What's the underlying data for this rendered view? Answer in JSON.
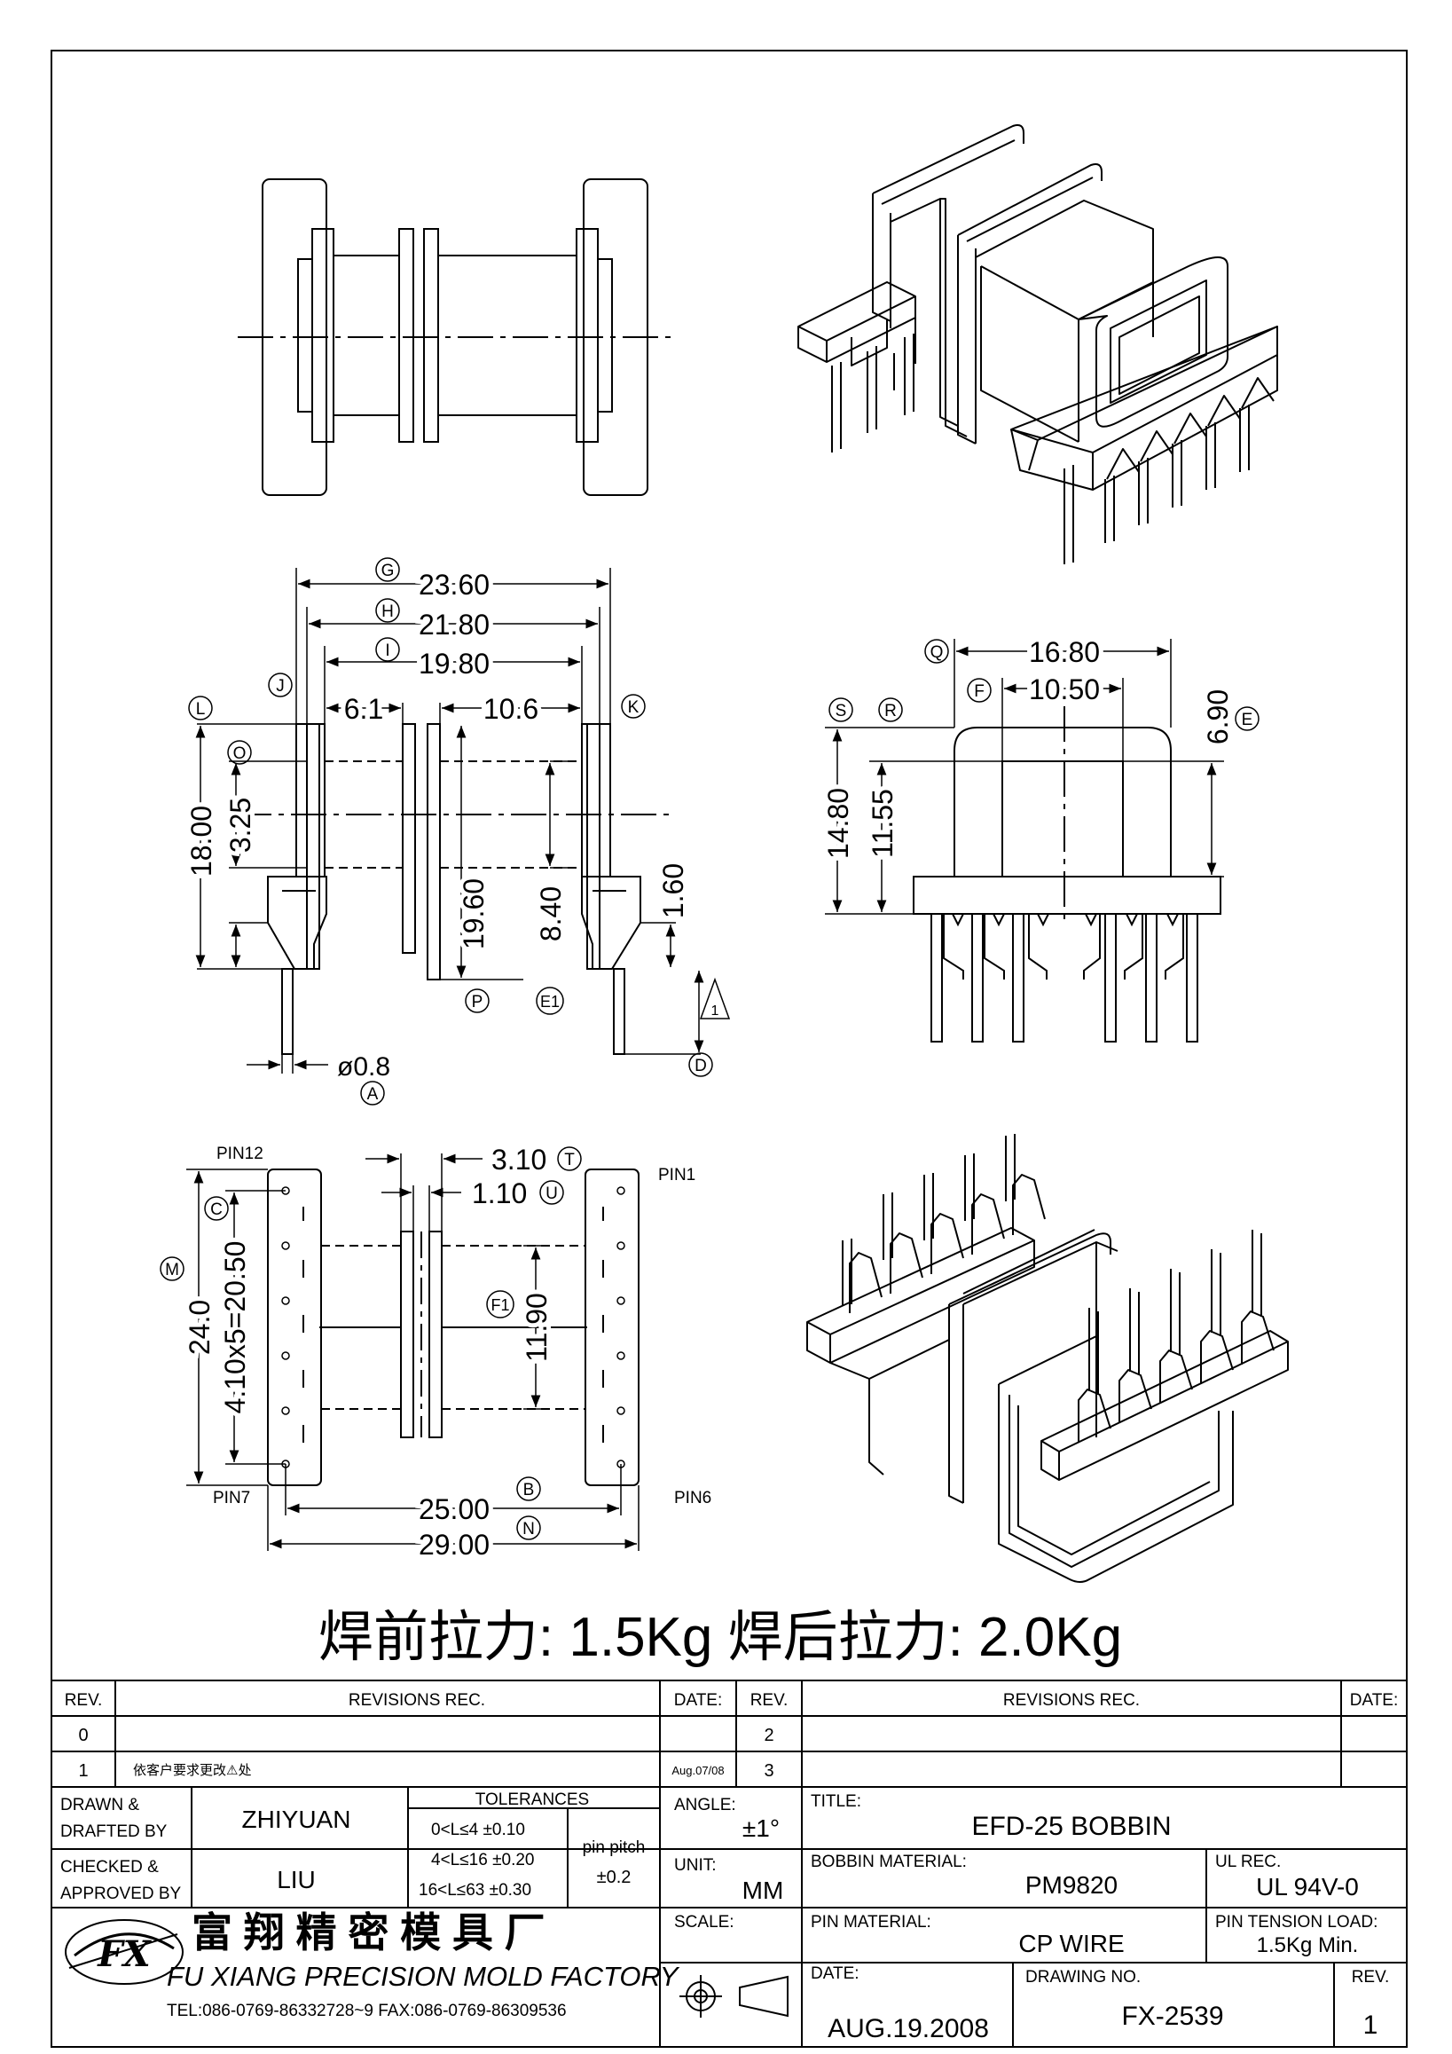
{
  "dimensions": {
    "g_label": "G",
    "g_value": "23.60",
    "h_label": "H",
    "h_value": "21.80",
    "i_label": "I",
    "i_value": "19.80",
    "j_label": "J",
    "k_label": "K",
    "l_label": "L",
    "d61": "6.1",
    "d106": "10.6",
    "o_label": "O",
    "o_value": "3.25",
    "h18": "18.00",
    "h196": "19.60",
    "h84": "8.40",
    "h16": "1.60",
    "p_label": "P",
    "e1_label": "E1",
    "d_label": "D",
    "tri_label": "1",
    "a_label": "A",
    "a_value": "ø0.8",
    "q_label": "Q",
    "q_value": "16.80",
    "f_label": "F",
    "f_value": "10.50",
    "s_label": "S",
    "r_label": "R",
    "e_label": "E",
    "e_value": "6.90",
    "v1480": "14.80",
    "v1155": "11.55",
    "pin12": "PIN12",
    "pin1": "PIN1",
    "pin7": "PIN7",
    "pin6": "PIN6",
    "t_label": "T",
    "t_value": "3.10",
    "u_label": "U",
    "u_value": "1.10",
    "c_label": "C",
    "m_label": "M",
    "m_value": "24.0",
    "c_value": "4.10x5=20.50",
    "f1_label": "F1",
    "f1_value": "11.90",
    "b_label": "B",
    "b_value": "25.00",
    "n_label": "N",
    "n_value": "29.00"
  },
  "pull_force": "焊前拉力: 1.5Kg  焊后拉力: 2.0Kg",
  "revisions": {
    "rev_header": "REV.",
    "rec_header": "REVISIONS   REC.",
    "date_header": "DATE:",
    "left_rows": [
      {
        "rev": "0",
        "rec": "",
        "date": ""
      },
      {
        "rev": "1",
        "rec": "依客户要求更改⚠处",
        "date": "Aug.07/08"
      }
    ],
    "right_rows": [
      {
        "rev": "2",
        "rec": "",
        "date": ""
      },
      {
        "rev": "3",
        "rec": "",
        "date": ""
      }
    ]
  },
  "title_block": {
    "drawn_label_1": "DRAWN  &",
    "drawn_label_2": "DRAFTED BY",
    "drawn_value": "ZHIYUAN",
    "checked_label_1": "CHECKED  &",
    "checked_label_2": "APPROVED BY",
    "checked_value": "LIU",
    "tol_title": "TOLERANCES",
    "tol_rows": [
      "0<L≤4   ±0.10",
      "4<L≤16  ±0.20",
      "16<L≤63  ±0.30"
    ],
    "pin_pitch_label": "pin  pitch",
    "pin_pitch_value": "±0.2",
    "angle_label": "ANGLE:",
    "angle_value": "±1°",
    "unit_label": "UNIT:",
    "unit_value": "MM",
    "scale_label": "SCALE:",
    "title_label": "TITLE:",
    "title_value": "EFD-25     BOBBIN",
    "bobbin_label": "BOBBIN MATERIAL:",
    "bobbin_value": "PM9820",
    "ul_label": "UL REC.",
    "ul_value": "UL  94V-0",
    "pin_mat_label": "PIN MATERIAL:",
    "pin_mat_value": "CP  WIRE",
    "tension_label": "PIN TENSION LOAD:",
    "tension_value": "1.5Kg  Min.",
    "date_label": "DATE:",
    "date_value": "AUG.19.2008",
    "drawing_label": "DRAWING NO.",
    "drawing_value": "FX-2539",
    "rev_label": "REV.",
    "rev_value": "1",
    "company_cn": "富 翔 精 密 模 具 厂",
    "company_en": "FU XIANG PRECISION MOLD FACTORY",
    "company_tel": "TEL:086-0769-86332728~9   FAX:086-0769-86309536",
    "logo_text": "FX"
  }
}
